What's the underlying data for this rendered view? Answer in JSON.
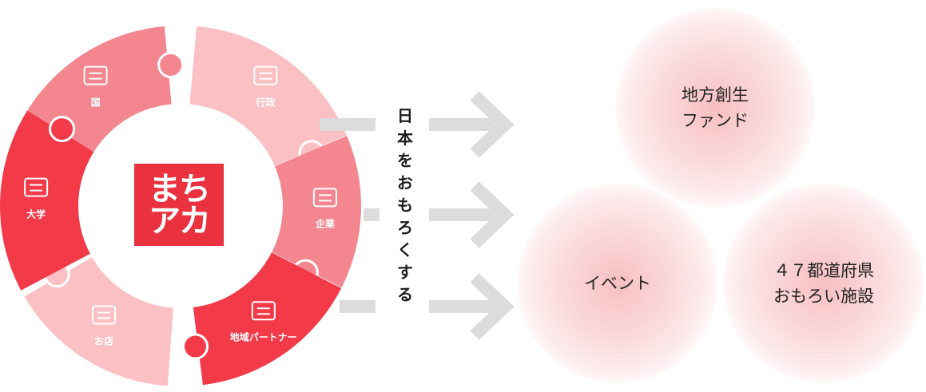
{
  "colors": {
    "segment_light": "#fbc0c4",
    "segment_mid": "#f48690",
    "segment_dark": "#f23a49",
    "logo": "#e9313f",
    "arrow": "#dcdcdc"
  },
  "ring": {
    "segments": [
      {
        "label": "国",
        "icon": "japan-map-icon",
        "tone": "mid"
      },
      {
        "label": "行政",
        "icon": "office-worker-icon",
        "tone": "light"
      },
      {
        "label": "企業",
        "icon": "building-icon",
        "tone": "mid"
      },
      {
        "label": "地域パートナー",
        "icon": "people-group-icon",
        "tone": "dark"
      },
      {
        "label": "お店",
        "icon": "shop-icon",
        "tone": "light"
      },
      {
        "label": "大学",
        "icon": "university-icon",
        "tone": "dark"
      }
    ],
    "logo_lines": [
      "まち",
      "アカ"
    ]
  },
  "center_text": [
    "日",
    "本",
    "を",
    "お",
    "も",
    "ろ",
    "く",
    "す",
    "る"
  ],
  "results": {
    "fund": [
      "地方創生",
      "ファンド"
    ],
    "event": [
      "イベント"
    ],
    "facilities": [
      "４７都道府県",
      "おもろい施設"
    ]
  }
}
